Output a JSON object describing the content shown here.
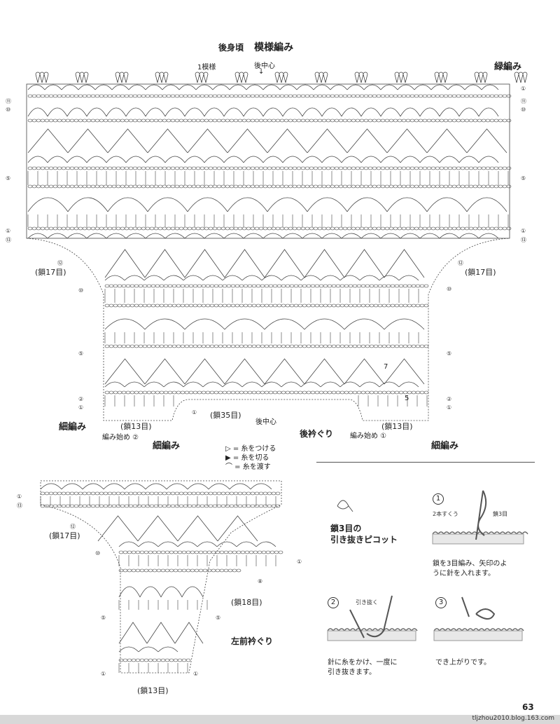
{
  "back": {
    "title_small": "後身頃",
    "title_main": "模様編み",
    "one_pattern": "1模様",
    "center_top": "後中心",
    "edging_top": "緑編み",
    "chain17_left": "(鎖17目)",
    "chain17_right": "(鎖17目)",
    "hosoami_left": "細編み",
    "hosoami_right": "細編み",
    "hosoami_bottom": "細編み",
    "chain13_left": "(鎖13目)",
    "chain13_right": "(鎖13目)",
    "chain35": "(鎖35目)",
    "center_bottom": "後中心",
    "neckline": "後衿ぐり",
    "start2": "編み始め ②",
    "start1": "編み始め ①",
    "row7": "7",
    "row5": "5"
  },
  "row_marks": {
    "r1": "①",
    "r2": "②",
    "r5": "⑤",
    "r8": "⑧",
    "r10": "⑩",
    "r11": "⑪",
    "r12": "⑫",
    "r13": "⑬"
  },
  "legend": {
    "attach": "▷ = 糸をつける",
    "cut": "▶ = 糸を切る",
    "carry": "⌒ = 糸を渡す"
  },
  "front": {
    "chain17": "(鎖17目)",
    "chain18": "(鎖18目)",
    "chain13": "(鎖13目)",
    "neckline": "左前衿ぐり"
  },
  "picot": {
    "title_line1": "鎖3目の",
    "title_line2": "引き抜きピコット",
    "step1_num": "1",
    "step1_label_a": "2本すくう",
    "step1_label_b": "鎖3目",
    "step1_desc_line1": "鎖を3目編み、矢印のよ",
    "step1_desc_line2": "うに針を入れます。",
    "step2_num": "2",
    "step2_label": "引き抜く",
    "step2_desc_line1": "針に糸をかけ、一度に",
    "step2_desc_line2": "引き抜きます。",
    "step3_num": "3",
    "step3_desc": "でき上がりです。"
  },
  "page_number": "63",
  "watermark": "tljzhou2010.blog.163.com"
}
